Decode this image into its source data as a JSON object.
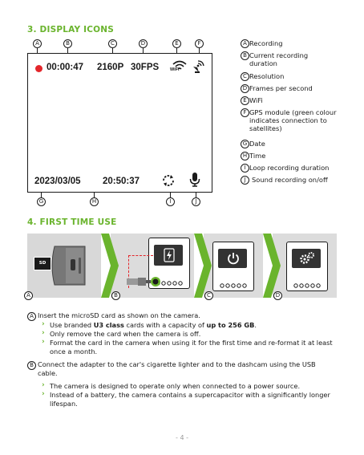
{
  "section3": {
    "title": "3. DISPLAY ICONS",
    "top_markers": [
      "A",
      "B",
      "C",
      "D",
      "E",
      "F"
    ],
    "bottom_markers": [
      "G",
      "H",
      "I",
      "J"
    ],
    "screen": {
      "time": "00:00:47",
      "resolution": "2160P",
      "fps": "30FPS",
      "wifi_label": "WiFi",
      "date": "2023/03/05",
      "clock": "20:50:37"
    },
    "legend": [
      {
        "key": "A",
        "text": "Recording"
      },
      {
        "key": "B",
        "text": "Current recording duration"
      },
      {
        "key": "C",
        "text": "Resolution"
      },
      {
        "key": "D",
        "text": "Frames per second"
      },
      {
        "key": "E",
        "text": "WiFi"
      },
      {
        "key": "F",
        "text": "GPS module (green colour indicates connection to satellites)"
      },
      {
        "key": "G",
        "text": "Date"
      },
      {
        "key": "H",
        "text": "Time"
      },
      {
        "key": "I",
        "text": "Loop recording duration"
      },
      {
        "key": "J",
        "text": "Sound recording on/off"
      }
    ]
  },
  "section4": {
    "title": "4. FIRST TIME USE",
    "step_markers": [
      "A",
      "B",
      "C",
      "D"
    ],
    "sd_label": "SD",
    "instructions": [
      {
        "key": "A",
        "text": "Insert the microSD card as shown on the camera.",
        "bullets": [
          {
            "pre": "Use branded ",
            "b1": "U3 class",
            "mid": " cards with a capacity of ",
            "b2": "up to 256 GB",
            "post": "."
          },
          {
            "pre": "Only remove the card when the camera is off.",
            "b1": "",
            "mid": "",
            "b2": "",
            "post": ""
          },
          {
            "pre": "Format the card in the camera when using it for the first time and re-format it at least once a month.",
            "b1": "",
            "mid": "",
            "b2": "",
            "post": ""
          }
        ]
      },
      {
        "key": "B",
        "text": "Connect the adapter to the car's cigarette lighter and to the dashcam using the USB cable.",
        "bullets": [
          {
            "pre": "The camera is designed to operate only when connected to a power source.",
            "b1": "",
            "mid": "",
            "b2": "",
            "post": ""
          },
          {
            "pre": "Instead of a battery, the camera contains a supercapacitor with a significantly longer lifespan.",
            "b1": "",
            "mid": "",
            "b2": "",
            "post": ""
          }
        ]
      }
    ]
  },
  "footer": {
    "page": "- 4 -"
  },
  "colors": {
    "accent": "#6ab42d",
    "record": "#e3262b"
  }
}
